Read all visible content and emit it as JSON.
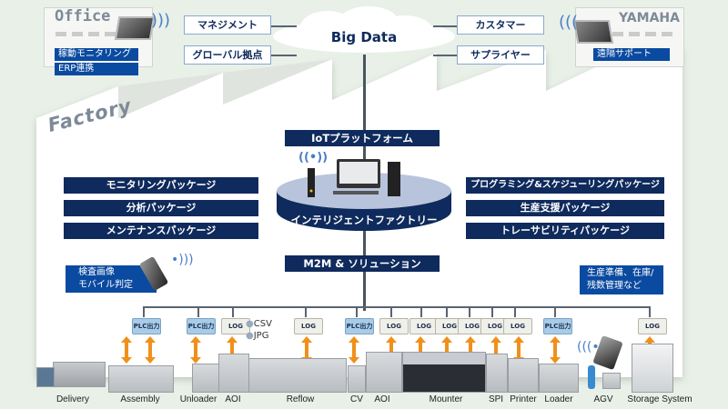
{
  "office": {
    "title": "Office",
    "badges": [
      "稼動モニタリング",
      "ERP連携"
    ]
  },
  "yamaha": {
    "title": "YAMAHA",
    "badges": [
      "遠隔サポート"
    ]
  },
  "cloud": {
    "label": "Big Data",
    "left_boxes": [
      "マネジメント",
      "グローバル拠点"
    ],
    "right_boxes": [
      "カスタマー",
      "サプライヤー"
    ]
  },
  "factory": {
    "title": "Factory",
    "iot_platform": "IoTプラットフォーム",
    "hub_label": "インテリジェントファクトリー",
    "m2m": "M2M & ソリューション",
    "left_packages": [
      "モニタリングパッケージ",
      "分析パッケージ",
      "メンテナンスパッケージ"
    ],
    "right_packages": [
      "プログラミング&スケジューリングパッケージ",
      "生産支援パッケージ",
      "トレーサビリティパッケージ"
    ],
    "mobile_note": [
      "検査画像",
      "モバイル判定"
    ],
    "inventory_note": [
      "生産準備、在庫/",
      "残数管理など"
    ],
    "formats": [
      "CSV",
      "JPG"
    ]
  },
  "data_nodes": [
    {
      "type": "PLC",
      "label": "PLC出力"
    },
    {
      "type": "PLC",
      "label": "PLC出力"
    },
    {
      "type": "LOG",
      "label": "LOG"
    },
    {
      "type": "LOG",
      "label": "LOG"
    },
    {
      "type": "PLC",
      "label": "PLC出力"
    },
    {
      "type": "LOG",
      "label": "LOG"
    },
    {
      "type": "LOG",
      "label": "LOG"
    },
    {
      "type": "LOG",
      "label": "LOG"
    },
    {
      "type": "LOG",
      "label": "LOG"
    },
    {
      "type": "LOG",
      "label": "LOG"
    },
    {
      "type": "LOG",
      "label": "LOG"
    },
    {
      "type": "PLC",
      "label": "PLC出力"
    },
    {
      "type": "LOG",
      "label": "LOG"
    }
  ],
  "line_labels": [
    "Delivery",
    "Assembly",
    "Unloader",
    "AOI",
    "Reflow",
    "CV",
    "AOI",
    "Mounter",
    "SPI",
    "Printer",
    "Loader",
    "AGV",
    "Storage System"
  ],
  "colors": {
    "navy": "#0f2a5c",
    "blue": "#0a4aa0",
    "arrow": "#f0901a",
    "plc": "#a8cce8",
    "log": "#f0f0ea"
  }
}
